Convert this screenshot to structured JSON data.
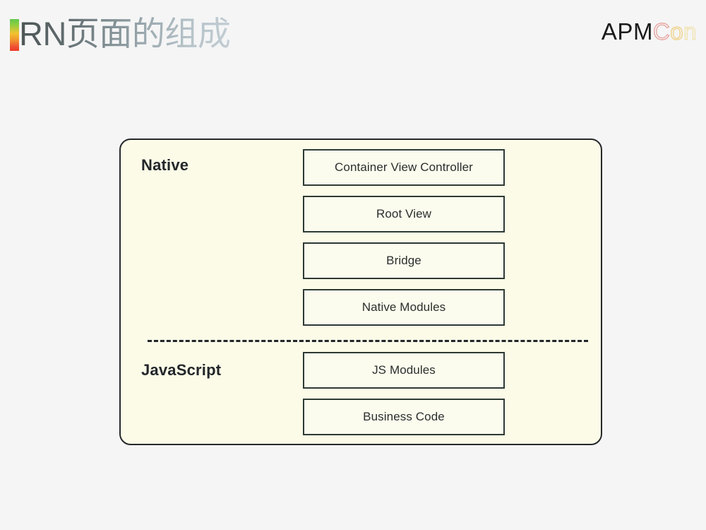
{
  "page": {
    "background_color": "#f5f5f6"
  },
  "header": {
    "title": "RN页面的组成",
    "accent_bar": {
      "name": "gradient-accent-bar",
      "colors": [
        "#63c74d",
        "#f2c230",
        "#ee3b25"
      ]
    },
    "brand": {
      "full": "APMCon",
      "dark_part": "APM",
      "letter_c": "C",
      "letter_o": "o",
      "letter_n": "n",
      "colors": {
        "dark": "#1b1b1b",
        "c": "#e7a8a3",
        "o": "#efd38a",
        "n": "#f0e4b2"
      }
    }
  },
  "diagram": {
    "panel_background": "#fbfbe8",
    "panel_border_color": "#25282a",
    "box_border_color": "#2e3a33",
    "layers": [
      {
        "label": "Native",
        "boxes": [
          {
            "label": "Container View Controller"
          },
          {
            "label": "Root View"
          },
          {
            "label": "Bridge"
          },
          {
            "label": "Native Modules"
          }
        ]
      },
      {
        "label": "JavaScript",
        "boxes": [
          {
            "label": "JS Modules"
          },
          {
            "label": "Business Code"
          }
        ]
      }
    ],
    "divider": {
      "name": "dashed-divider",
      "style": "dashed"
    }
  }
}
